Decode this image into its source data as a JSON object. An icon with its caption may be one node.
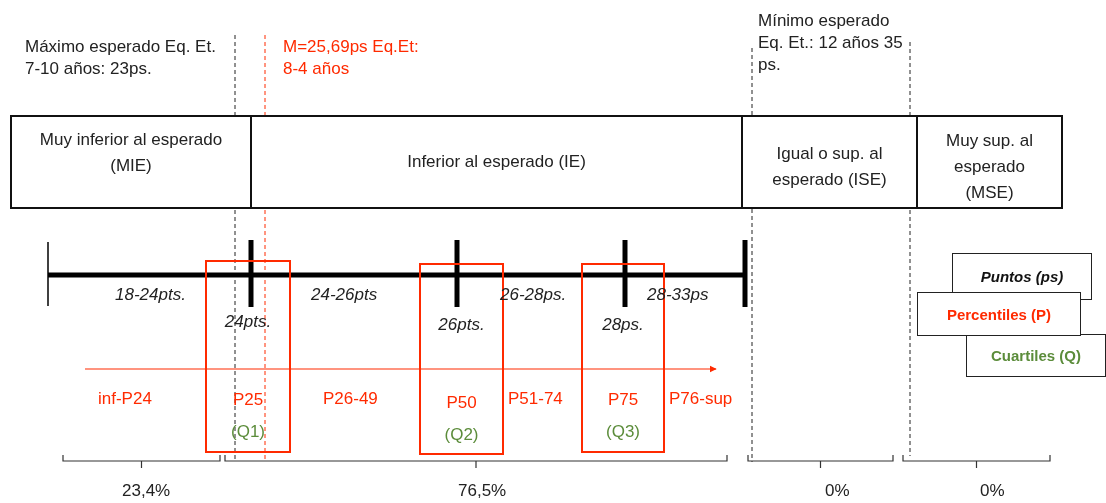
{
  "diagram": {
    "nodes": [
      {
        "text": [
          "Muy inferior al esperado (MIE)"
        ]
      },
      {
        "text": [
          "Inferior al esperado (IE)"
        ]
      },
      {
        "text": [
          "Igual o sup. al esperado (ISE)"
        ]
      },
      {
        "text": [
          "Muy sup. al esperado (MSE)"
        ]
      },
      {
        "text": [
          "24pts.",
          "P25",
          "(Q1)"
        ]
      },
      {
        "text": [
          "26pts.",
          "P50",
          "(Q2)"
        ]
      },
      {
        "text": [
          "28ps.",
          "P75",
          "(Q3)"
        ]
      }
    ],
    "edges": [],
    "labels": [
      "Máximo esperado Eq. Et.  7-10 años: 23ps.",
      "M=25,69ps Eq.Et: 8-4 años",
      "Mínimo esperado Eq. Et.: 12 años 35 ps.",
      "18-24pts.",
      "24-26pts",
      "26-28ps.",
      "28-33ps",
      "inf-P24",
      "P26-49",
      "P51-74",
      "P76-sup",
      "23,4%",
      "76,5%",
      "0%",
      "0%"
    ],
    "legend": [
      {
        "text": "Puntos (ps)"
      },
      {
        "text": "Percentiles (P)"
      },
      {
        "text": "Cuartiles (Q)"
      }
    ]
  }
}
